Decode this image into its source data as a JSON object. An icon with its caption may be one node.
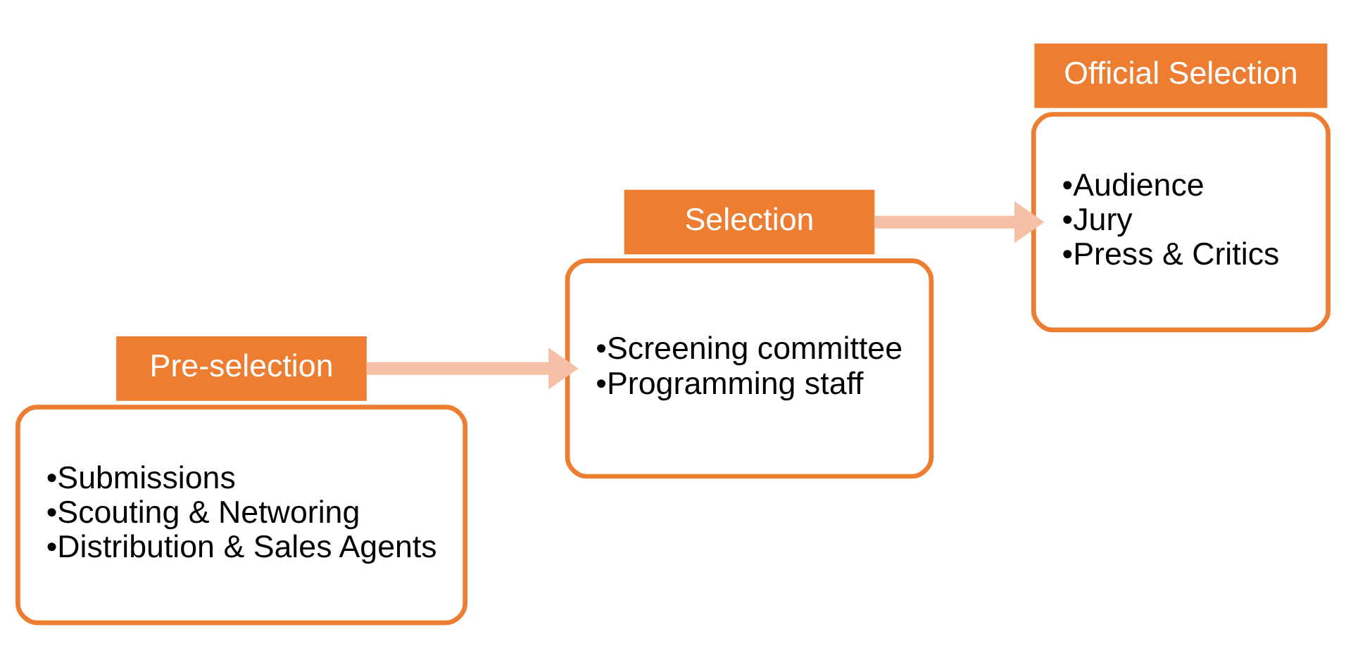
{
  "diagram": {
    "nodes": [
      {
        "text": [
          "•Submissions",
          "•Scouting & Networing",
          "•Distribution & Sales Agents"
        ]
      },
      {
        "text": [
          "Pre-selection"
        ]
      },
      {
        "text": [
          "Selection"
        ]
      },
      {
        "text": [
          "•Screening committee",
          "•Programming staff"
        ]
      },
      {
        "text": [
          "•Audience",
          "•Jury",
          "•Press & Critics"
        ]
      },
      {
        "text": [
          "Official Selection"
        ]
      }
    ],
    "edges": [
      {
        "from": 1,
        "to": 3,
        "arrow": "to"
      },
      {
        "from": 2,
        "to": 4,
        "arrow": "to"
      }
    ]
  }
}
